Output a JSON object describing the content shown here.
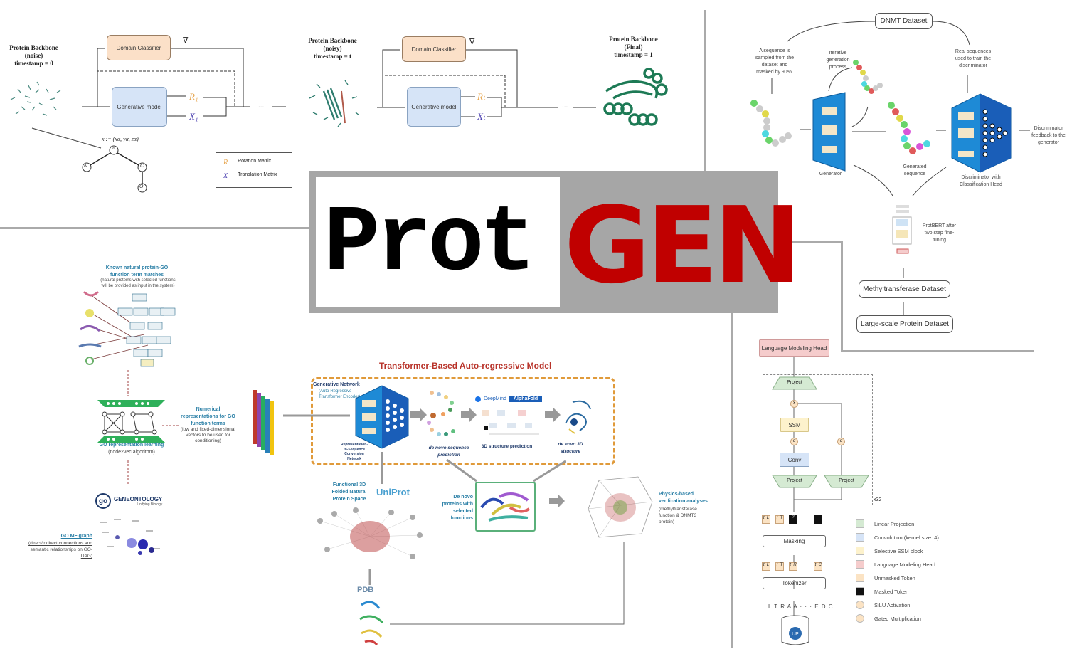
{
  "logo": {
    "part1": "Prot",
    "part2": "GEN",
    "accent": "#c00000"
  },
  "diffusion": {
    "backbone_noise": [
      "Protein Backbone",
      "(noise)",
      "timestamp = 0"
    ],
    "backbone_noisy": [
      "Protein Backbone",
      "(noisy)",
      "timestamp = t"
    ],
    "backbone_final": [
      "Protein Backbone",
      "(Final)",
      "timestamp = 1"
    ],
    "domain_classifier": "Domain Classifier",
    "generative_model": "Generative model",
    "gradient": "∇",
    "r1": "R₁",
    "x1": "X₁",
    "rt": "Rₜ",
    "xt": "Xₜ",
    "ellipsis": "...",
    "formula": "x := (xα, yα, zα)",
    "atoms": {
      "ca": "Cα",
      "n": "N",
      "c": "C",
      "o": "O"
    },
    "legend": [
      {
        "sym": "R",
        "label": "Rotation Matrix"
      },
      {
        "sym": "X",
        "label": "Translation Matrix"
      }
    ]
  },
  "gan": {
    "dataset": "DNMT Dataset",
    "sampled": "A sequence is sampled from the dataset and masked by 90%.",
    "iterative": "Iterative generation process",
    "real": "Real sequences used to train the discriminator",
    "generator": "Generator",
    "generated": "Generated sequence",
    "discriminator": "Discriminator with Classification Head",
    "feedback": "Discriminator feedback to the generator",
    "protbert": "ProtBERT after two step fine-tuning",
    "methyl": "Methyltransferase Dataset",
    "large": "Large-scale Protein Dataset"
  },
  "go": {
    "known_title": "Known natural protein-GO function term matches",
    "known_sub": "(natural proteins with selected functions will be provided as input in the system)",
    "numerical_title": "Numerical representations for GO function terms",
    "numerical_sub": "(low and fixed-dimensional vectors to be used for conditioning)",
    "replearn_title": "GO representation learning",
    "replearn_sub": "(node2vec algorithm)",
    "geneontology": "GENEONTOLOGY",
    "geneontology_sub": "Unifying Biology",
    "mf_title": "GO MF graph",
    "mf_sub": "(direct/indirect connections and semantic relationships on GO-DAG)"
  },
  "transformer": {
    "title": "Transformer-Based Auto-regressive Model",
    "gen_net": "Generative Network",
    "gen_net_sub": "(Auto-Regressive Transformer Encoder)",
    "rep_seq": "Representation-to-Sequence Conversion Network",
    "denovo_seq": "de novo sequence prediction",
    "deepmind": "DeepMind",
    "alphafold": "AlphaFold",
    "pred3d": "3D structure prediction",
    "denovo3d": "de novo 3D structure",
    "functional": "Functional 3D Folded Natural Protein Space",
    "uniprot": "UniProt",
    "denovo_proteins": "De novo proteins with selected functions",
    "physics_title": "Physics-based verification analyses",
    "physics_sub": "(methyltransferase function & DNMT3 protein)",
    "pdb": "PDB"
  },
  "mamba": {
    "lm_head": "Language Modeling Head",
    "project": "Project",
    "ssm": "SSM",
    "conv": "Conv",
    "mult": "X",
    "silu": "σ",
    "repeat": "x32",
    "masking": "Masking",
    "tokenizer": "Tokenizer",
    "sequence": "L T R A A · · · E D C",
    "tokens_top": [
      "t_L",
      "t_T",
      "?",
      "· · ·",
      ""
    ],
    "tokens_bottom": [
      "t_L",
      "t_T",
      "t_R",
      "· · ·",
      "t_C"
    ],
    "legend": [
      {
        "label": "Linear Projection",
        "color": "#d5ead3"
      },
      {
        "label": "Convolution (kernel size: 4)",
        "color": "#d6e4f7"
      },
      {
        "label": "Selective SSM block",
        "color": "#fdf2cc"
      },
      {
        "label": "Language Modeling Head",
        "color": "#f5cccc"
      },
      {
        "label": "Unmasked Token",
        "color": "#fbe3c4"
      },
      {
        "label": "Masked Token",
        "color": "#111111"
      },
      {
        "label": "SiLU Activation",
        "color": "#fbe3c4"
      },
      {
        "label": "Gated Multiplication",
        "color": "#fbe3c4"
      }
    ]
  }
}
